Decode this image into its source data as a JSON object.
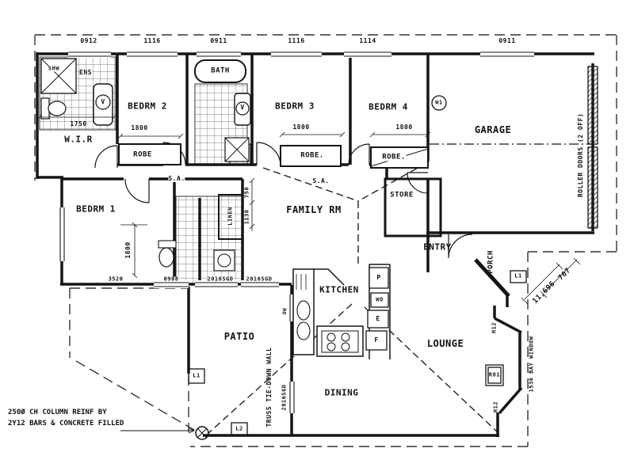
{
  "drawing": {
    "rooms": {
      "shw": "SHW",
      "ens": "ENS",
      "wir": "W.I.R",
      "bedrm1": "BEDRM 1",
      "bedrm2": "BEDRM 2",
      "bedrm3": "BEDRM 3",
      "bedrm4": "BEDRM 4",
      "bath": "BATH",
      "garage": "GARAGE",
      "family": "FAMILY RM",
      "store": "STORE",
      "entry": "ENTRY",
      "porch": "PORCH",
      "patio": "PATIO",
      "kitchen": "KITCHEN",
      "dining": "DINING",
      "lounge": "LOUNGE",
      "linen": "LINEN"
    },
    "fixtures": {
      "robe_bed2": "ROBE",
      "robe_bed3": "ROBE.",
      "robe_bed4": "ROBE.",
      "vanity": "V",
      "window_w1": "W1",
      "pantry": "P",
      "wall_oven": "WO",
      "appliance": "E",
      "fridge": "F",
      "dishwasher": "DW"
    },
    "dims": {
      "top": [
        "0912",
        "1116",
        "0911",
        "1116",
        "1114",
        "0911"
      ],
      "robe2": "1800",
      "robe3": "1800",
      "robe4": "1800",
      "wir": "1750",
      "bedrm1": "1800",
      "family_a": "750",
      "family_b": "1130",
      "bottom": [
        "3520",
        "0908",
        "2016SGD",
        "2016SGD"
      ],
      "patio_door": "2016SGD",
      "porch_a": "707",
      "porch_b": "11,696",
      "bay": "1536 BAY WINDOW"
    },
    "markers": {
      "sa": "S.A.",
      "l1": "L1",
      "l2": "L2",
      "r81": "R81",
      "h12": "H12",
      "roller_doors": "ROLLER DOORS (2 OFF)",
      "truss": "TRUSS TIE-DOWN WALL"
    },
    "note": {
      "line1": "250Ø CH COLUMN REINF BY",
      "line2": "2Y12 BARS & CONCRETE FILLED"
    }
  }
}
